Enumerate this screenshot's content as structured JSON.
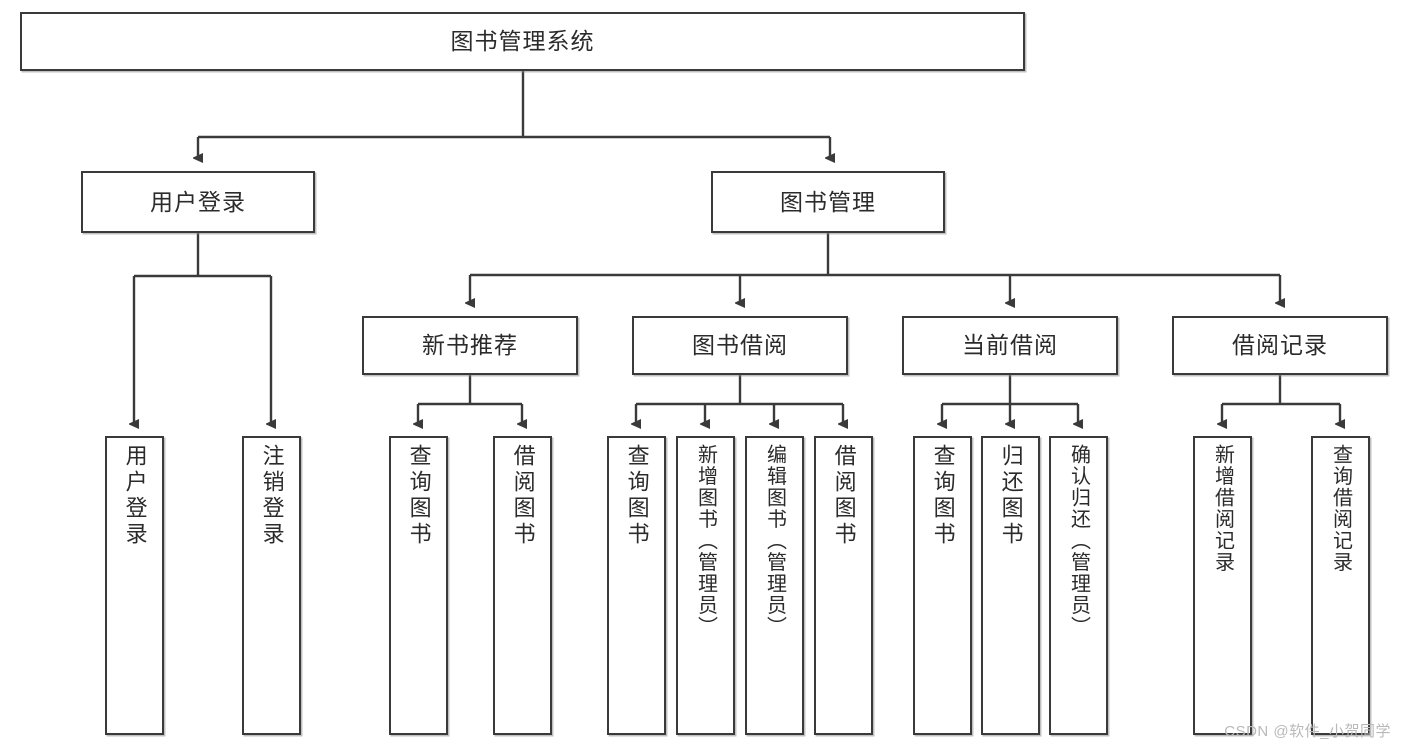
{
  "diagram": {
    "title": "图书管理系统",
    "watermark": "CSDN @软件_小贺同学",
    "stroke_color": "#3a3a3a",
    "text_color": "#2b2b2b",
    "background": "#ffffff"
  },
  "nodes": {
    "root": {
      "label": "图书管理系统"
    },
    "level1": [
      {
        "id": "user-login",
        "label": "用户登录"
      },
      {
        "id": "book-manage",
        "label": "图书管理"
      }
    ],
    "level2": [
      {
        "id": "new-book-recommend",
        "label": "新书推荐"
      },
      {
        "id": "book-borrow",
        "label": "图书借阅"
      },
      {
        "id": "current-borrow",
        "label": "当前借阅"
      },
      {
        "id": "borrow-record",
        "label": "借阅记录"
      }
    ],
    "leaves": {
      "user_login": [
        {
          "id": "leaf-user-login",
          "label": "用户登录"
        },
        {
          "id": "leaf-user-logout",
          "label": "注销登录"
        }
      ],
      "new_book_recommend": [
        {
          "id": "leaf-query-book-1",
          "label": "查询图书"
        },
        {
          "id": "leaf-borrow-book-1",
          "label": "借阅图书"
        }
      ],
      "book_borrow": [
        {
          "id": "leaf-query-book-2",
          "label": "查询图书"
        },
        {
          "id": "leaf-add-book",
          "label": "新增图书（管理员）"
        },
        {
          "id": "leaf-edit-book",
          "label": "编辑图书（管理员）"
        },
        {
          "id": "leaf-borrow-book-2",
          "label": "借阅图书"
        }
      ],
      "current_borrow": [
        {
          "id": "leaf-query-book-3",
          "label": "查询图书"
        },
        {
          "id": "leaf-return-book",
          "label": "归还图书"
        },
        {
          "id": "leaf-confirm-return",
          "label": "确认归还（管理员）"
        }
      ],
      "borrow_record": [
        {
          "id": "leaf-add-record",
          "label": "新增借阅记录"
        },
        {
          "id": "leaf-query-record",
          "label": "查询借阅记录"
        }
      ]
    }
  }
}
